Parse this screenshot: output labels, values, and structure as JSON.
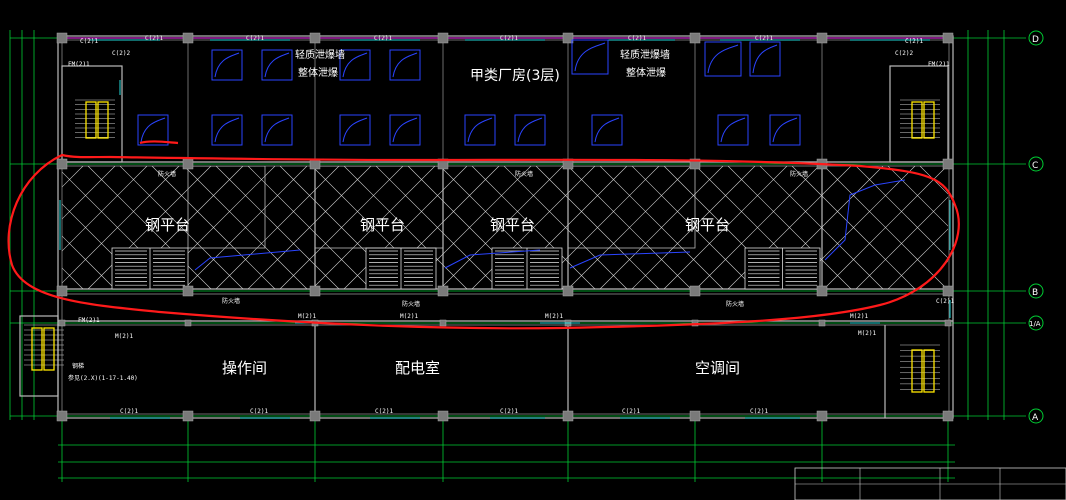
{
  "drawing": {
    "building_title": "甲类厂房(3层)",
    "blast_wall_label": "轻质泄爆墙",
    "blast_roof_label": "整体泄爆",
    "rooms": {
      "steel_platform": "钢平台",
      "operation_room": "操作间",
      "power_room": "配电室",
      "ac_room": "空调间"
    },
    "fire_wall_label": "防火墙",
    "steel_stair_label": "钢梯",
    "stair_ref_label": "参见(2.X)(1-17-1.40)"
  },
  "axis_labels": [
    "D",
    "C",
    "B",
    "1/A",
    "A"
  ],
  "tags": {
    "window_c": "C(2)1",
    "window_c2": "C(2)2",
    "door_fm": "FM(2)1",
    "door_m": "M(2)1"
  },
  "colors": {
    "background": "#000000",
    "wall": "#bbbbbb",
    "dimension": "#00cc33",
    "window": "#22d8d8",
    "blast_panel": "#2a44ff",
    "markup_cloud": "#ff1a1a",
    "fire_escape": "#ffe600",
    "roof_line": "#ff33ff"
  }
}
